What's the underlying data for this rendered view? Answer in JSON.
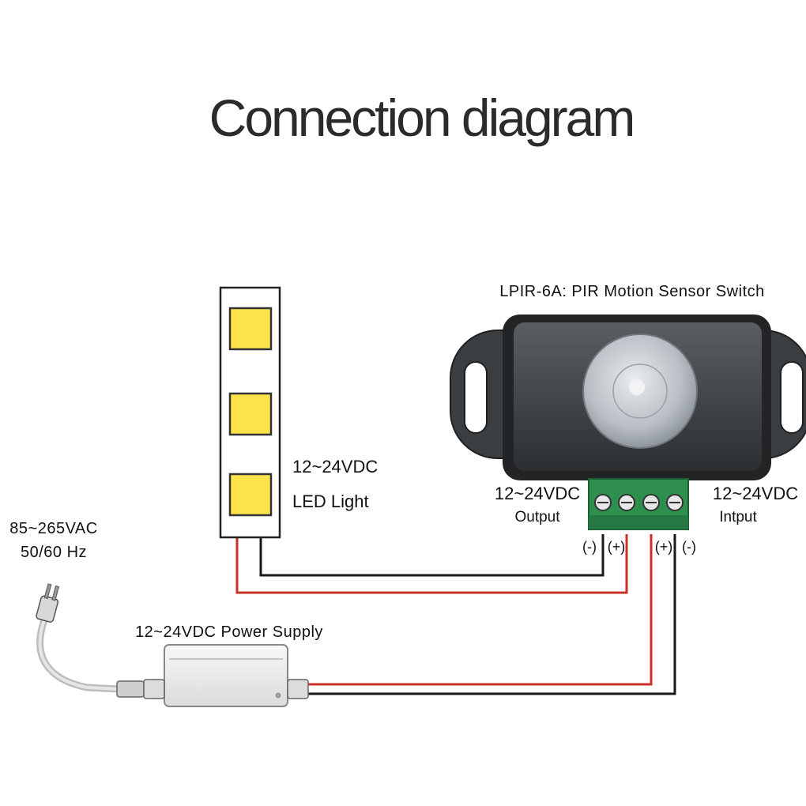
{
  "title": "Connection diagram",
  "sensor": {
    "title": "LPIR-6A: PIR Motion Sensor Switch",
    "output_voltage": "12~24VDC",
    "output_label": "Output",
    "input_voltage": "12~24VDC",
    "input_label": "Intput",
    "term_out_neg": "(-)",
    "term_out_pos": "(+)",
    "term_in_pos": "(+)",
    "term_in_neg": "(-)"
  },
  "led": {
    "voltage": "12~24VDC",
    "label": "LED Light"
  },
  "mains": {
    "voltage": "85~265VAC",
    "frequency": "50/60 Hz"
  },
  "power_supply": {
    "label": "12~24VDC Power Supply"
  },
  "colors": {
    "wire_red": "#c8302a",
    "wire_black": "#1a1a1a",
    "led_chip": "#fde24a",
    "sensor_body": "#3a3d40",
    "terminal_green": "#2f8f4f"
  }
}
